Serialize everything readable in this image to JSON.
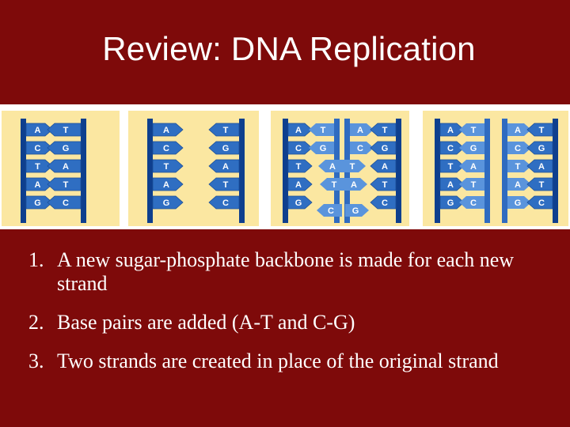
{
  "slide": {
    "title": "Review: DNA Replication",
    "items": [
      {
        "number": "1.",
        "text": "A new sugar-phosphate backbone is made for each new strand"
      },
      {
        "number": "2.",
        "text": "Base pairs are added (A-T and C-G)"
      },
      {
        "number": "3.",
        "text": "Two strands are created in place of the original strand"
      }
    ]
  },
  "diagram": {
    "panel1": {
      "left": [
        "A",
        "C",
        "T",
        "A",
        "G"
      ],
      "right": [
        "T",
        "G",
        "A",
        "T",
        "C"
      ]
    },
    "panel2": {
      "left": [
        "A",
        "C",
        "T",
        "A",
        "G"
      ],
      "right": [
        "T",
        "G",
        "A",
        "T",
        "C"
      ]
    },
    "panel3a": {
      "left": [
        "A",
        "C",
        "T",
        "A",
        "G"
      ],
      "pair": [
        "T",
        "G",
        "A",
        "T",
        "C"
      ]
    },
    "panel3b": {
      "pair": [
        "A",
        "C",
        "T",
        "A",
        "G"
      ],
      "right": [
        "T",
        "G",
        "A",
        "T",
        "C"
      ]
    },
    "panel4a": {
      "left": [
        "A",
        "C",
        "T",
        "A",
        "G"
      ],
      "pair": [
        "T",
        "G",
        "A",
        "T",
        "C"
      ]
    },
    "panel4b": {
      "pair": [
        "A",
        "C",
        "T",
        "A",
        "G"
      ],
      "right": [
        "T",
        "G",
        "A",
        "T",
        "C"
      ]
    }
  },
  "colors": {
    "background": "#7e0a0a",
    "panel": "#fbe7a1",
    "backbone": "#0e3f8e",
    "base": "#2f6ec2",
    "text": "#ffffff"
  }
}
